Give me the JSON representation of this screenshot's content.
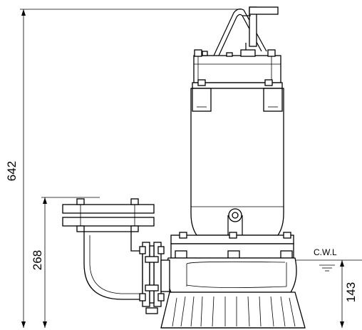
{
  "dimensions": {
    "total_height": "642",
    "discharge_height": "268",
    "water_level_height": "143"
  },
  "labels": {
    "water_level": "C.W.L"
  }
}
